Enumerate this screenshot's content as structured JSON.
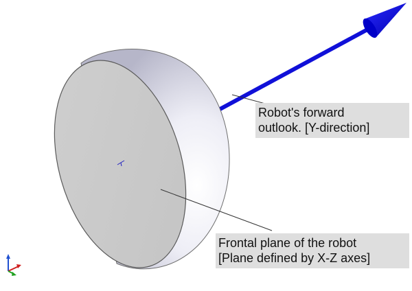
{
  "labels": {
    "forward": {
      "line1": "Robot's forward",
      "line2": "outlook. [Y-direction]"
    },
    "plane": {
      "line1": "Frontal plane of the robot",
      "line2": "[Plane defined by X-Z axes]"
    }
  },
  "colors": {
    "arrow": "#1010d8",
    "face": "#c8c8c8",
    "shell_light": "#f4f4fa",
    "shell_shade": "#b4b4c8",
    "callout_bg": "#dedede",
    "leader": "#333333"
  },
  "icons": {
    "axis_triad": "xyz-axis-triad-icon"
  }
}
